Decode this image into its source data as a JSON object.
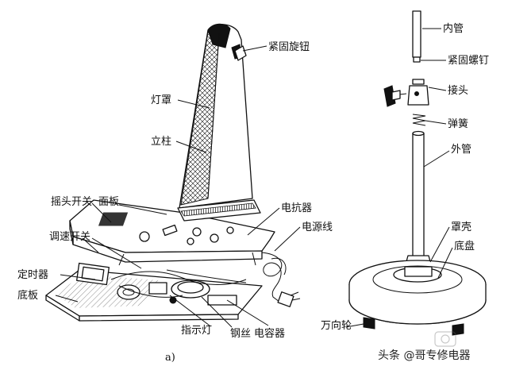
{
  "labels": {
    "knob": "紧固旋钮",
    "lamp_cover": "灯罩",
    "column": "立柱",
    "swing_switch": "摇头开关",
    "panel": "面板",
    "reactor": "电抗器",
    "power_cord": "电源线",
    "speed_switch": "调速开关",
    "timer": "定时器",
    "base_plate": "底板",
    "indicator": "指示灯",
    "wire": "钢丝",
    "capacitor": "电容器",
    "inner_tube": "内管",
    "set_screw": "紧固螺钉",
    "joint": "接头",
    "spring": "弹簧",
    "outer_tube": "外管",
    "cover_shell": "罩壳",
    "chassis": "底盘",
    "caster": "万向轮"
  },
  "caption": "a)",
  "watermark": "头条 @哥专修电器",
  "icons": {
    "watermark_logo": "camera-logo-icon"
  }
}
